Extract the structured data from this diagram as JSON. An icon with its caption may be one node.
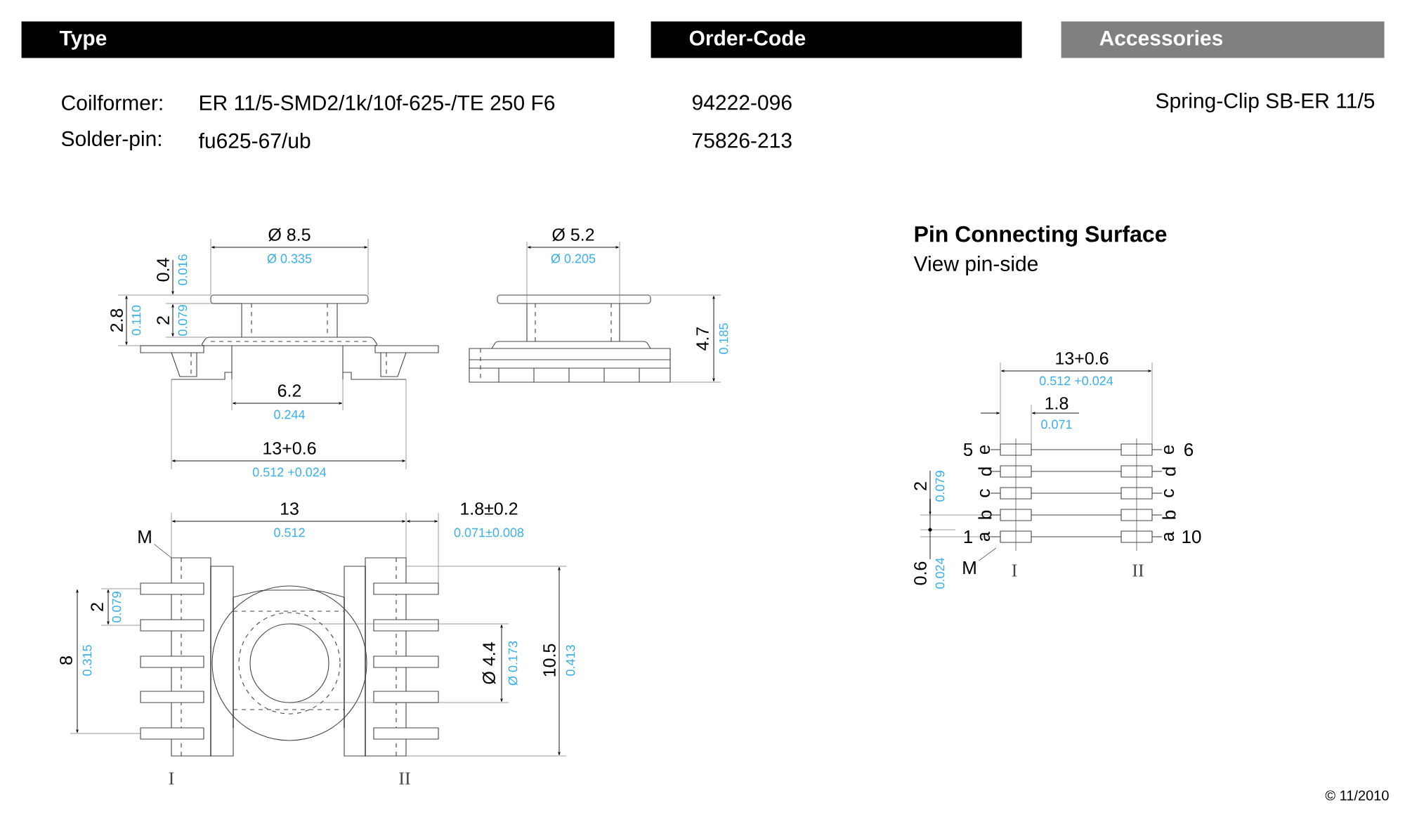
{
  "diagram": {
    "nodes": [
      {
        "text": [
          "Type"
        ]
      },
      {
        "text": [
          "Order-Code"
        ]
      },
      {
        "text": [
          "Accessories"
        ]
      },
      {
        "text": [
          "M"
        ]
      },
      {
        "text": [
          "M"
        ]
      }
    ],
    "edges": [
      {
        "from": 3,
        "to": null,
        "arrow": "none"
      },
      {
        "from": 4,
        "to": null,
        "arrow": "none"
      }
    ],
    "labels": [
      "Coilformer:",
      "ER 11/5-SMD2/1k/10f-625-/TE 250 F6",
      "94222-096",
      "Spring-Clip SB-ER 11/5",
      "Solder-pin:",
      "fu625-67/ub",
      "75826-213",
      "Pin Connecting Surface",
      "View pin-side",
      "Ø 8.5",
      "Ø 0.335",
      "0.4",
      "0.016",
      "2.8",
      "0.110",
      "2",
      "0.079",
      "6.2",
      "0.244",
      "13+0.6",
      "0.512 +0.024",
      "Ø 5.2",
      "Ø 0.205",
      "4.7",
      "0.185",
      "13",
      "0.512",
      "1.8±0.2",
      "0.071±0.008",
      "2",
      "0.079",
      "8",
      "0.315",
      "Ø 4.4",
      "Ø 0.173",
      "10.5",
      "0.413",
      "I",
      "II",
      "13+0.6",
      "0.512 +0.024",
      "1.8",
      "0.071",
      "5",
      "e",
      "e",
      "6",
      "d",
      "d",
      "c",
      "c",
      "b",
      "b",
      "1",
      "a",
      "a",
      "10",
      "2",
      "0.079",
      "0.6",
      "0.024",
      "I",
      "II",
      "© 11/2010"
    ]
  }
}
